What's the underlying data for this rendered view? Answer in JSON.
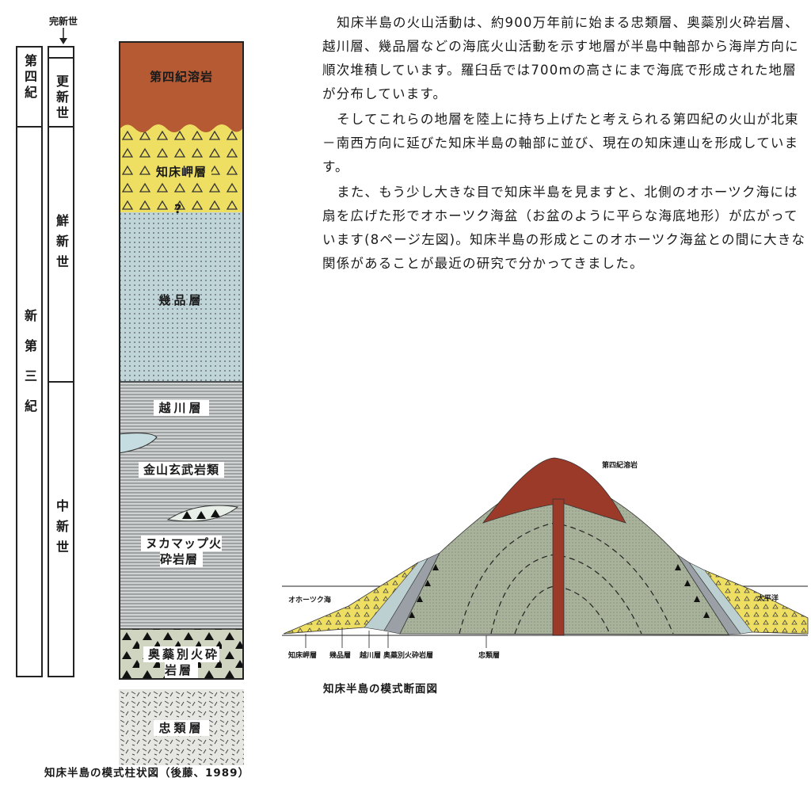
{
  "column_chart": {
    "top_marker": "完新世",
    "eras": [
      {
        "label": "第四紀"
      },
      {
        "label": "新第三紀"
      }
    ],
    "epochs": [
      {
        "label": "更新世"
      },
      {
        "label": "鮮新世"
      },
      {
        "label": "中新世"
      }
    ],
    "layers": [
      {
        "label": "第四紀溶岩",
        "color": "#b55a33"
      },
      {
        "label": "知床岬層",
        "color": "#eedf63"
      },
      {
        "label": "幾品層",
        "color": "#bfd5d8"
      },
      {
        "label": "越川層",
        "color": "#cfd3d3"
      },
      {
        "label": "金山玄武岩類",
        "color": "#cfd3d3"
      },
      {
        "label": "ヌカマップ火砕岩層",
        "color": "#cfd3d3"
      },
      {
        "label": "奥蘂別火砕岩層",
        "color": "#cfd5c1"
      },
      {
        "label": "忠類層",
        "color": "#e6e6e2"
      }
    ],
    "unknown_boundary": "?",
    "caption": "知床半島の模式柱状図（後藤、1989）"
  },
  "text": {
    "paragraphs": [
      "知床半島の火山活動は、約900万年前に始まる忠類層、奥蘂別火砕岩層、越川層、幾品層などの海底火山活動を示す地層が半島中軸部から海岸方向に順次堆積しています。羅臼岳では700mの高さにまで海底で形成された地層が分布しています。",
      "そしてこれらの地層を陸上に持ち上げたと考えられる第四紀の火山が北東－南西方向に延びた知床半島の軸部に並び、現在の知床連山を形成しています。",
      "また、もう少し大きな目で知床半島を見ますと、北側のオホーツク海には扇を広げた形でオホーツク海盆（お盆のように平らな海底地形）が広がっています(8ページ左図)。知床半島の形成とこのオホーツク海盆との間に大きな関係があることが最近の研究で分かってきました。"
    ]
  },
  "cross_section": {
    "top_label": "第四紀溶岩",
    "left_sea": "オホーツク海",
    "right_sea": "太平洋",
    "bottom_labels": [
      "知床岬層",
      "幾品層",
      "越川層",
      "奥蘂別火砕岩層",
      "忠類層"
    ],
    "caption": "知床半島の模式断面図"
  },
  "colors": {
    "lava": "#9c3a2a",
    "yellow": "#eedf63",
    "green_grey": "#a9b39b",
    "line": "#222222"
  }
}
